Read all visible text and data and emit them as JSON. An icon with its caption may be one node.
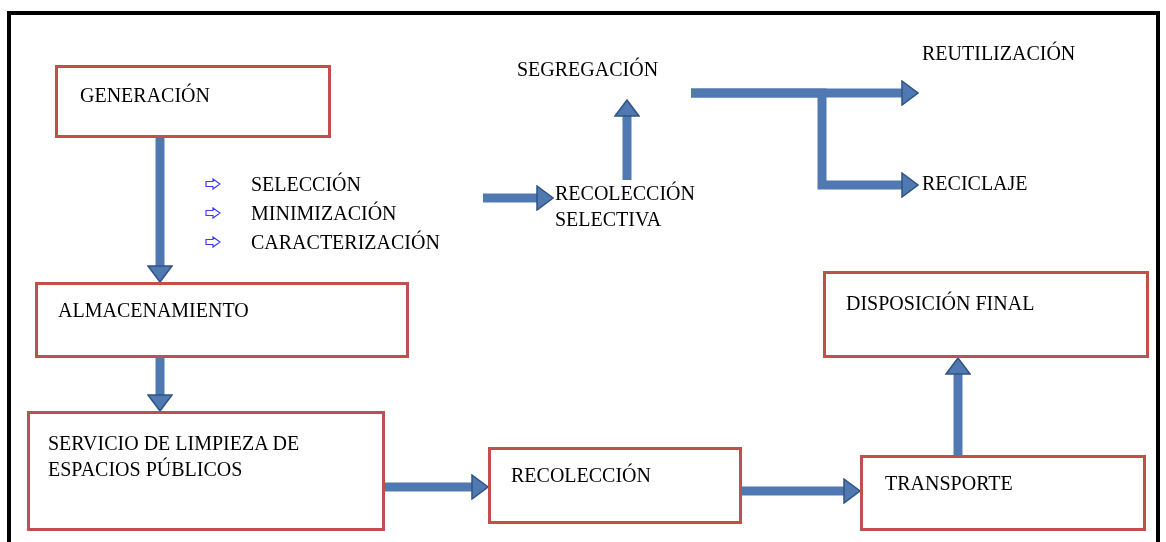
{
  "diagram": {
    "nodes": [
      {
        "text": [
          "GENERACIÓN"
        ]
      },
      {
        "text": [
          "SELECCIÓN",
          "MINIMIZACIÓN",
          "CARACTERIZACIÓN"
        ]
      },
      {
        "text": [
          "RECOLECCIÓN SELECTIVA"
        ]
      },
      {
        "text": [
          "SEGREGACIÓN"
        ]
      },
      {
        "text": [
          "REUTILIZACIÓN"
        ]
      },
      {
        "text": [
          "RECICLAJE"
        ]
      },
      {
        "text": [
          "ALMACENAMIENTO"
        ]
      },
      {
        "text": [
          "DISPOSICIÓN FINAL"
        ]
      },
      {
        "text": [
          "SERVICIO DE LIMPIEZA DE ESPACIOS PÚBLICOS"
        ]
      },
      {
        "text": [
          "RECOLECCIÓN"
        ]
      },
      {
        "text": [
          "TRANSPORTE"
        ]
      }
    ],
    "edges": [
      {
        "from": 0,
        "to": 6,
        "arrow": "to"
      },
      {
        "from": 1,
        "to": 2,
        "arrow": "to"
      },
      {
        "from": 2,
        "to": 3,
        "arrow": "to"
      },
      {
        "from": 3,
        "to": 4,
        "arrow": "to"
      },
      {
        "from": 3,
        "to": 5,
        "arrow": "to"
      },
      {
        "from": 6,
        "to": 8,
        "arrow": "to"
      },
      {
        "from": 8,
        "to": 9,
        "arrow": "to"
      },
      {
        "from": 9,
        "to": 10,
        "arrow": "to"
      },
      {
        "from": 10,
        "to": 7,
        "arrow": "to"
      }
    ]
  }
}
